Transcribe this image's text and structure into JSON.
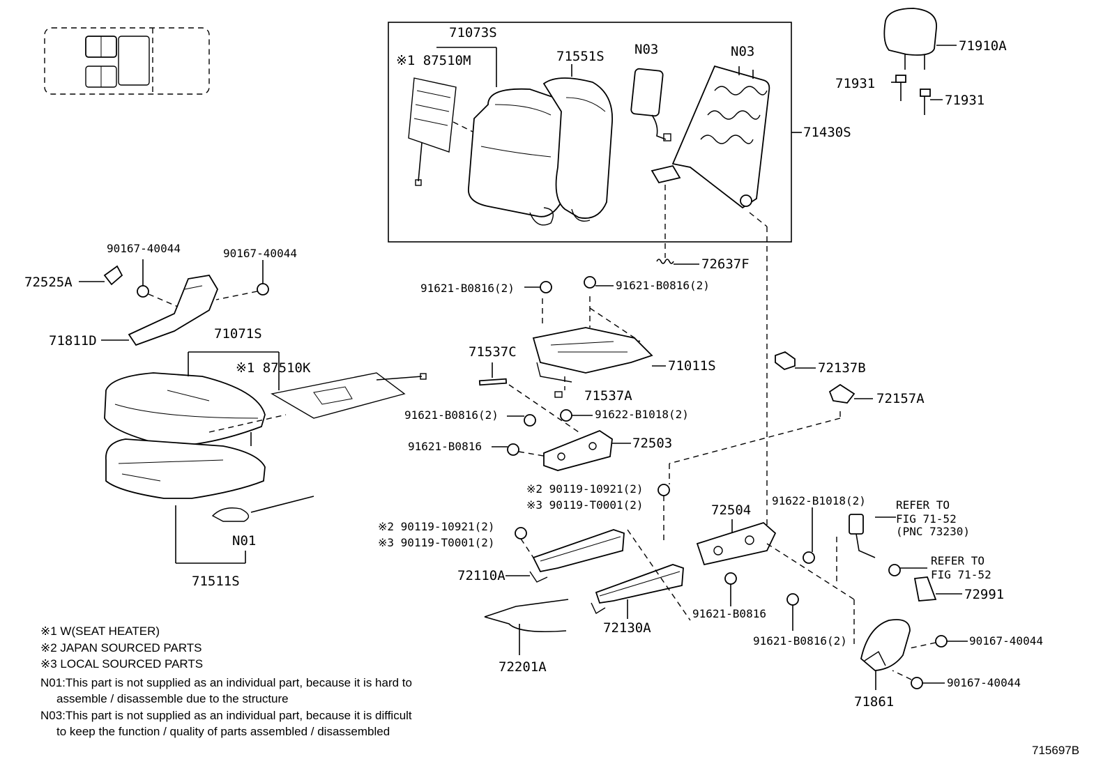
{
  "labels": {
    "p71073s": "71073S",
    "p187510m": "※1 87510M",
    "p71551s": "71551S",
    "n03a": "N03",
    "n03b": "N03",
    "p71430s": "71430S",
    "p71910a": "71910A",
    "p71931a": "71931",
    "p71931b": "71931",
    "p90167a": "90167-40044",
    "p90167b": "90167-40044",
    "p72525a": "72525A",
    "p71811d": "71811D",
    "p71071s": "71071S",
    "p187510k": "※1 87510K",
    "p72637f": "72637F",
    "p91621a": "91621-B0816(2)",
    "p91621b": "91621-B0816(2)",
    "p71537c": "71537C",
    "p71011s": "71011S",
    "p71537a": "71537A",
    "p72137b": "72137B",
    "p72157a": "72157A",
    "p91621c": "91621-B0816(2)",
    "p91622a": "91622-B1018(2)",
    "p91621d": "91621-B0816",
    "p72503": "72503",
    "p90119a": "※2 90119-10921(2)",
    "p90119b": "※3 90119-T0001(2)",
    "p90119c": "※2 90119-10921(2)",
    "p90119d": "※3 90119-T0001(2)",
    "p72504": "72504",
    "p91622b": "91622-B1018(2)",
    "refer1a": "REFER TO",
    "refer1b": "FIG 71-52",
    "refer1c": "(PNC 73230)",
    "refer2a": "REFER TO",
    "refer2b": "FIG 71-52",
    "p72991": "72991",
    "n01": "N01",
    "p71511s": "71511S",
    "p72110a": "72110A",
    "p72130a": "72130A",
    "p91621e": "91621-B0816",
    "p91621f": "91621-B0816(2)",
    "p90167c": "90167-40044",
    "p90167d": "90167-40044",
    "p72201a": "72201A",
    "p71861": "71861",
    "figure_id": "715697B"
  },
  "notes": {
    "n1": "※1 W(SEAT HEATER)",
    "n2": "※2 JAPAN SOURCED PARTS",
    "n3": "※3 LOCAL SOURCED PARTS",
    "n4a": "N01:This part is not supplied as an individual part, because it is hard to",
    "n4b": "assemble / disassemble due to the structure",
    "n5a": "N03:This part is not supplied as an individual part, because it is difficult",
    "n5b": "to keep the function / quality of parts assembled / disassembled"
  }
}
